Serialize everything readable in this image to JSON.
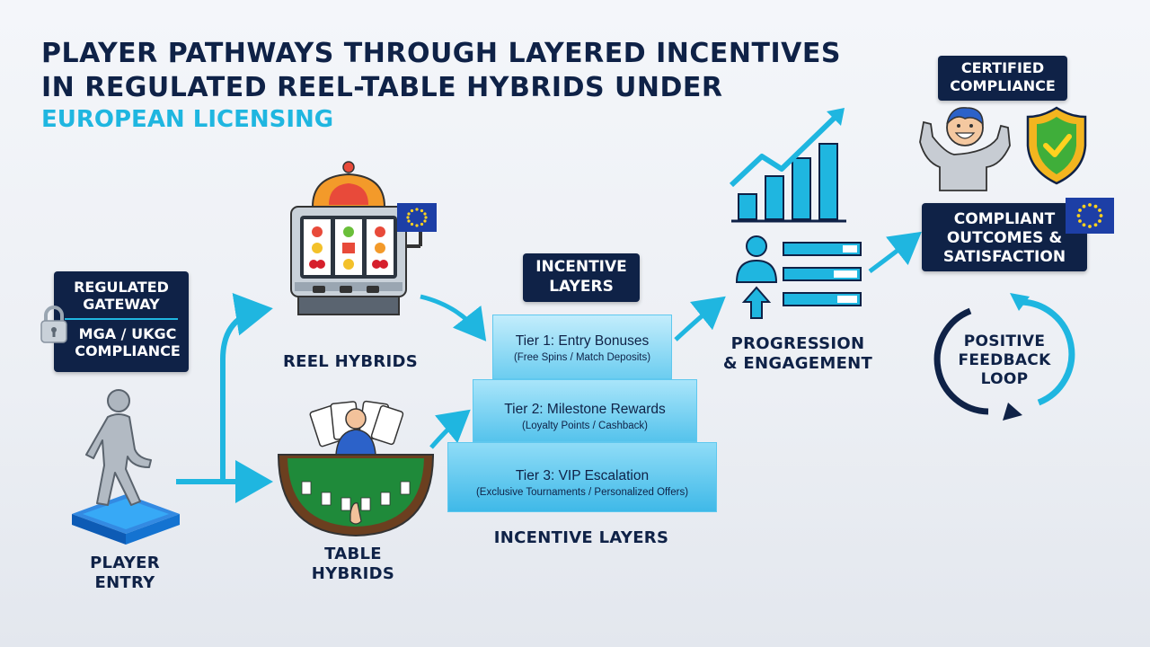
{
  "title": {
    "line1": "PLAYER PATHWAYS THROUGH LAYERED INCENTIVES",
    "line2": "IN REGULATED REEL-TABLE HYBRIDS UNDER",
    "line3": "EUROPEAN LICENSING"
  },
  "gateway": {
    "line1": "REGULATED",
    "line2": "GATEWAY",
    "line3": "MGA / UKGC",
    "line4": "COMPLIANCE",
    "icon": "padlock-icon"
  },
  "player_entry": {
    "line1": "PLAYER",
    "line2": "ENTRY"
  },
  "reel_hybrids": {
    "label": "REEL HYBRIDS",
    "icon": "slot-machine-icon"
  },
  "table_hybrids": {
    "line1": "TABLE",
    "line2": "HYBRIDS",
    "icon": "card-table-icon"
  },
  "incentive_layers": {
    "box_line1": "INCENTIVE",
    "box_line2": "LAYERS",
    "caption": "INCENTIVE LAYERS",
    "tiers": [
      {
        "title": "Tier 1: Entry Bonuses",
        "sub": "(Free Spins / Match Deposits)"
      },
      {
        "title": "Tier 2: Milestone Rewards",
        "sub": "(Loyalty Points / Cashback)"
      },
      {
        "title": "Tier 3: VIP Escalation",
        "sub": "(Exclusive Tournaments / Personalized Offers)"
      }
    ]
  },
  "progression": {
    "line1": "PROGRESSION",
    "line2": "& ENGAGEMENT",
    "icon": "growth-chart-icon"
  },
  "certified": {
    "line1": "CERTIFIED",
    "line2": "COMPLIANCE",
    "icon": "shield-check-icon"
  },
  "outcomes": {
    "line1": "COMPLIANT",
    "line2": "OUTCOMES &",
    "line3": "SATISFACTION"
  },
  "feedback": {
    "line1": "POSITIVE",
    "line2": "FEEDBACK",
    "line3": "LOOP",
    "icon": "cycle-arrows-icon"
  },
  "colors": {
    "navy": "#0f2247",
    "accent": "#1fb6e0",
    "eu_blue": "#1d3fa6",
    "eu_star": "#ffd21f"
  }
}
